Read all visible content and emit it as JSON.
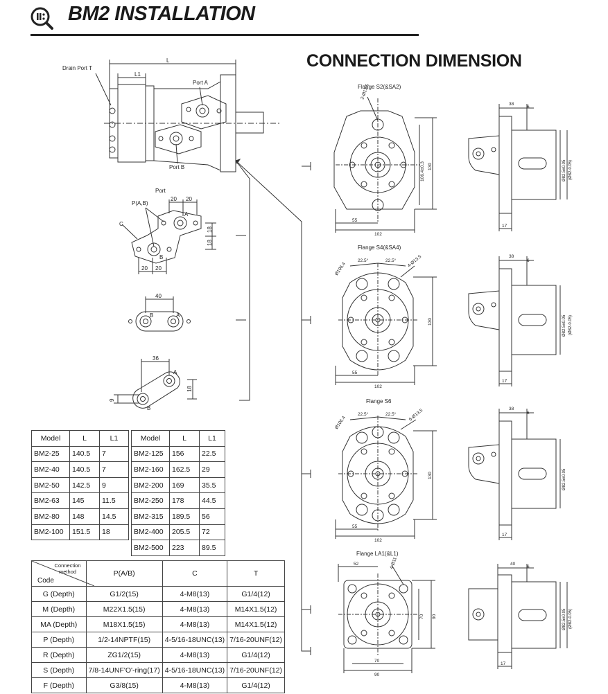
{
  "header": {
    "title": "BM2 INSTALLATION",
    "section_title": "CONNECTION DIMENSION"
  },
  "main_drawing": {
    "drain_port_label": "Drain Port T",
    "l_label": "L",
    "l1_label": "L1",
    "port_a_label": "Port A",
    "port_b_label": "Port B"
  },
  "port_detail": {
    "title": "Port",
    "pab_label": "P(A,B)",
    "c_label": "C",
    "a_label": "A",
    "b_label": "B",
    "dim_20a": "20",
    "dim_20b": "20",
    "dim_18a": "18",
    "dim_18b": "18",
    "dim_20c": "20",
    "dim_20d": "20",
    "oval_dim": "40",
    "oval_b": "B",
    "oval_a": "A",
    "diag_dim": "36",
    "diag_18": "18",
    "diag_9": "9",
    "diag_a": "A",
    "diag_b": "B"
  },
  "flanges": [
    {
      "title": "Flange S2(&SA2)",
      "holes": "2-Ø13.5",
      "pcd": "106.4±0.3",
      "height": "130",
      "w55": "55",
      "w102": "102",
      "d38": "38",
      "d6": "6",
      "d17": "17",
      "shaft": "Ø82.5±0.05",
      "shaft2": "(Ø82-0.05)"
    },
    {
      "title": "Flange S4(&SA4)",
      "holes": "4-Ø13.5",
      "angle1": "22.5°",
      "angle2": "22.5°",
      "pcd": "Ø106.4",
      "height": "130",
      "w55": "55",
      "w102": "102",
      "d38": "38",
      "d6": "6",
      "d17": "17",
      "shaft": "Ø82.5±0.05",
      "shaft2": "(Ø82-0.05)"
    },
    {
      "title": "Flange S6",
      "holes": "6-Ø13.5",
      "angle1": "22.5°",
      "angle2": "22.5°",
      "pcd": "Ø106.4",
      "height": "130",
      "w55": "55",
      "w102": "102",
      "d38": "38",
      "d6": "6",
      "d17": "17",
      "shaft": "Ø82.5±0.05"
    },
    {
      "title": "Flange LA1(&L1)",
      "holes": "4-Ø11",
      "w52": "52",
      "h70": "70",
      "h90": "90",
      "w70": "70",
      "w90": "90",
      "d40": "40",
      "d6": "6",
      "d17": "17",
      "shaft": "Ø82.5±0.05",
      "shaft2": "(Ø82-0.05)"
    }
  ],
  "length_table": {
    "headers": [
      "Model",
      "L",
      "L1"
    ],
    "left": [
      [
        "BM2-25",
        "140.5",
        "7"
      ],
      [
        "BM2-40",
        "140.5",
        "7"
      ],
      [
        "BM2-50",
        "142.5",
        "9"
      ],
      [
        "BM2-63",
        "145",
        "11.5"
      ],
      [
        "BM2-80",
        "148",
        "14.5"
      ],
      [
        "BM2-100",
        "151.5",
        "18"
      ]
    ],
    "right": [
      [
        "BM2-125",
        "156",
        "22.5"
      ],
      [
        "BM2-160",
        "162.5",
        "29"
      ],
      [
        "BM2-200",
        "169",
        "35.5"
      ],
      [
        "BM2-250",
        "178",
        "44.5"
      ],
      [
        "BM2-315",
        "189.5",
        "56"
      ],
      [
        "BM2-400",
        "205.5",
        "72"
      ],
      [
        "BM2-500",
        "223",
        "89.5"
      ]
    ]
  },
  "connection_table": {
    "corner_top": "Connection method",
    "corner_bottom": "Code",
    "headers": [
      "P(A/B)",
      "C",
      "T"
    ],
    "rows": [
      [
        "G (Depth)",
        "G1/2(15)",
        "4-M8(13)",
        "G1/4(12)"
      ],
      [
        "M (Depth)",
        "M22X1.5(15)",
        "4-M8(13)",
        "M14X1.5(12)"
      ],
      [
        "MA (Depth)",
        "M18X1.5(15)",
        "4-M8(13)",
        "M14X1.5(12)"
      ],
      [
        "P (Depth)",
        "1/2-14NPTF(15)",
        "4-5/16-18UNC(13)",
        "7/16-20UNF(12)"
      ],
      [
        "R (Depth)",
        "ZG1/2(15)",
        "4-M8(13)",
        "G1/4(12)"
      ],
      [
        "S (Depth)",
        "7/8-14UNF'O'-ring(17)",
        "4-5/16-18UNC(13)",
        "7/16-20UNF(12)"
      ],
      [
        "F (Depth)",
        "G3/8(15)",
        "4-M8(13)",
        "G1/4(12)"
      ]
    ]
  }
}
